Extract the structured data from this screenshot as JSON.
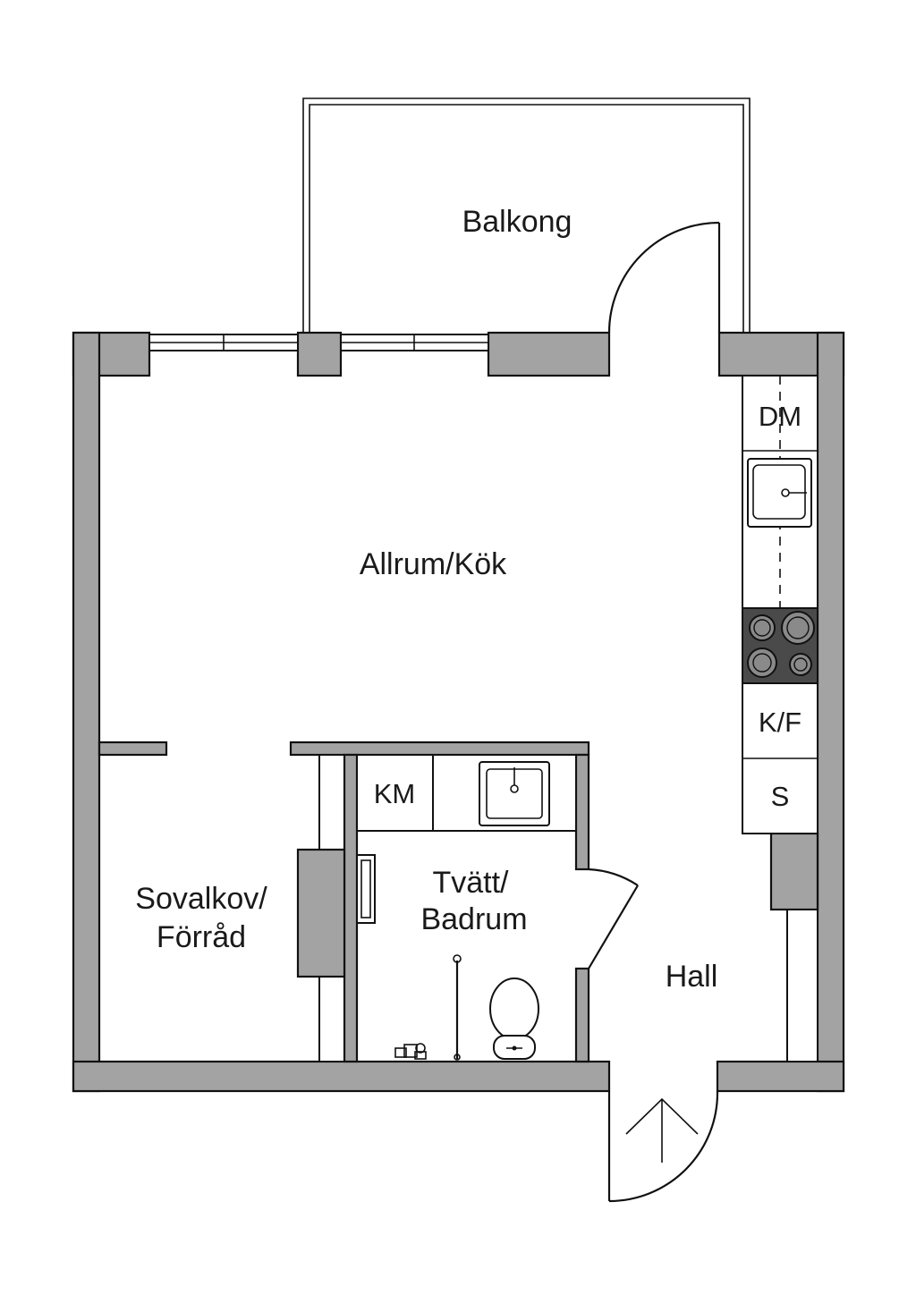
{
  "rooms": {
    "balcony": "Balkong",
    "living_kitchen": "Allrum/Kök",
    "sleeping_alcove_line1": "Sovalkov/",
    "sleeping_alcove_line2": "Förråd",
    "laundry_bath_line1": "Tvätt/",
    "laundry_bath_line2": "Badrum",
    "hall": "Hall"
  },
  "fixtures": {
    "dishwasher": "DM",
    "fridge_freezer": "K/F",
    "storage": "S",
    "washing_machine": "KM"
  },
  "colors": {
    "wall_fill": "#a3a3a3",
    "stove": "#4a4a4a",
    "line": "#111111"
  },
  "icons": {
    "entrance": "entrance-arrow-icon",
    "kitchen_sink": "kitchen-sink-icon",
    "bath_sink": "bathroom-sink-icon",
    "stove": "stove-icon",
    "toilet": "toilet-icon",
    "shower": "shower-icon"
  }
}
